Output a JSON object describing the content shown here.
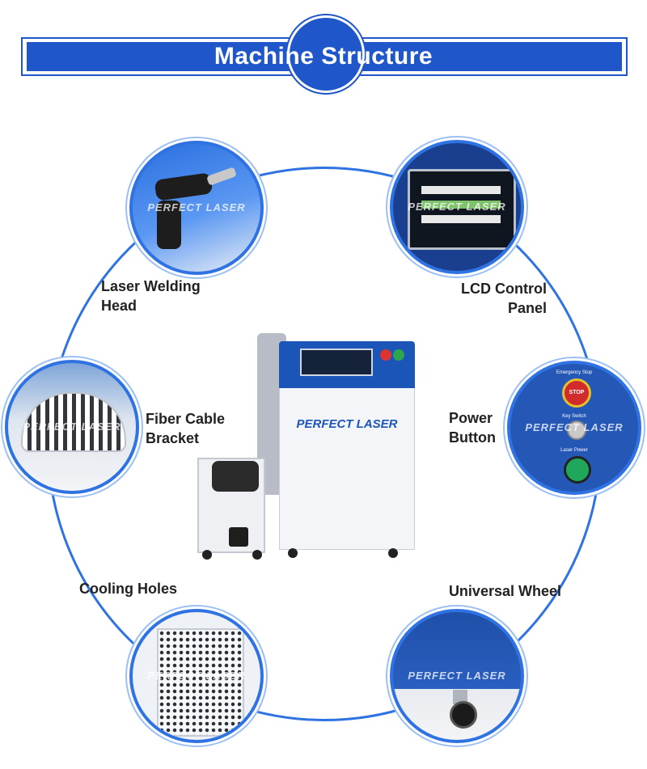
{
  "header": {
    "title": "Machine Structure"
  },
  "machine": {
    "brand": "PERFECT LASER"
  },
  "features": [
    {
      "id": "welding-head",
      "label_lines": [
        "Laser Welding",
        "Head"
      ],
      "watermark": "PERFECT LASER"
    },
    {
      "id": "lcd-panel",
      "label_lines": [
        "LCD Control",
        "Panel"
      ],
      "watermark": "PERFECT LASER"
    },
    {
      "id": "fiber-bracket",
      "label_lines": [
        "Fiber Cable",
        "Bracket"
      ],
      "watermark": "PERFECT LASER"
    },
    {
      "id": "power-button",
      "label_lines": [
        "Power",
        "Button"
      ],
      "watermark": "PERFECT LASER",
      "panel_labels": [
        "Emergency Stop",
        "Key Switch",
        "Laser Power"
      ],
      "stop_text": "STOP"
    },
    {
      "id": "cooling-holes",
      "label_lines": [
        "Cooling Holes"
      ],
      "watermark": "PERFECT LASER"
    },
    {
      "id": "universal-wheel",
      "label_lines": [
        "Universal Wheel"
      ],
      "watermark": "PERFECT LASER"
    }
  ],
  "colors": {
    "accent": "#1f56c9",
    "ring": "#2f73e3",
    "label": "#222222"
  }
}
